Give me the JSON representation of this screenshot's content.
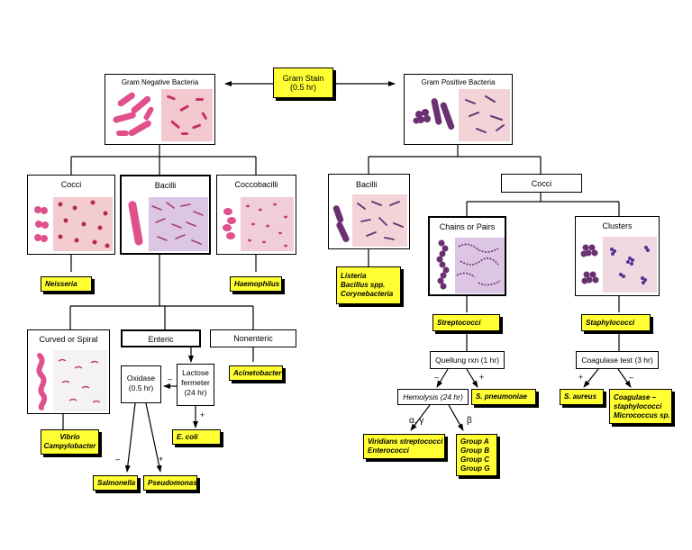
{
  "root": {
    "line1": "Gram Stain",
    "line2": "(0.5 hr)"
  },
  "gram_negative": {
    "title": "Gram Negative Bacteria"
  },
  "gram_positive": {
    "title": "Gram Positive Bacteria"
  },
  "neg_cocci": {
    "title": "Cocci",
    "result": "Neisseria"
  },
  "neg_bacilli": {
    "title": "Bacilli"
  },
  "neg_coccobacilli": {
    "title": "Coccobacilli",
    "result": "Haemophilus"
  },
  "curved": {
    "title": "Curved or Spiral",
    "result": "Vibrio\nCampylobacter"
  },
  "enteric": {
    "title": "Enteric"
  },
  "nonenteric": {
    "title": "Nonenteric",
    "result": "Acinetobacter"
  },
  "oxidase": {
    "line1": "Oxidase",
    "line2": "(0.5 hr)",
    "neg": "–",
    "pos": "+",
    "neg_result": "Salmonella",
    "pos_result": "Pseudomonas"
  },
  "lactose": {
    "line1": "Lactose",
    "line2": "fermeter",
    "line3": "(24 hr)",
    "neg": "–",
    "pos": "+",
    "result": "E. coli"
  },
  "pos_bacilli": {
    "title": "Bacilli",
    "result": "Listeria\nBacillus spp.\nCorynebacteria"
  },
  "pos_cocci": {
    "title": "Cocci"
  },
  "chains": {
    "title": "Chains or Pairs",
    "result": "Streptococci"
  },
  "clusters": {
    "title": "Clusters",
    "result": "Staphylococci"
  },
  "quellung": {
    "label": "Quellung rxn (1 hr)",
    "neg": "–",
    "pos": "+",
    "pos_result": "S. pneumoniae"
  },
  "hemolysis": {
    "label": "Hemolysis (24 hr)",
    "alpha": "α, γ",
    "beta": "β",
    "alpha_result": "Viridians streptococci\nEnterococci",
    "beta_result": "Group A\nGroup B\nGroup C\nGroup G"
  },
  "coagulase": {
    "label": "Coagulase test (3 hr)",
    "pos": "+",
    "neg": "–",
    "pos_result": "S. aureus",
    "neg_result": "Coagulase –\nstaphylococci\nMicrococcus sp."
  },
  "colors": {
    "result_fill": "#ffff33",
    "gram_negative_stain": "#e0508a",
    "gram_positive_stain": "#6a3070",
    "slide_pink": "#f3c8cf",
    "slide_lilac": "#ddc6e4"
  }
}
